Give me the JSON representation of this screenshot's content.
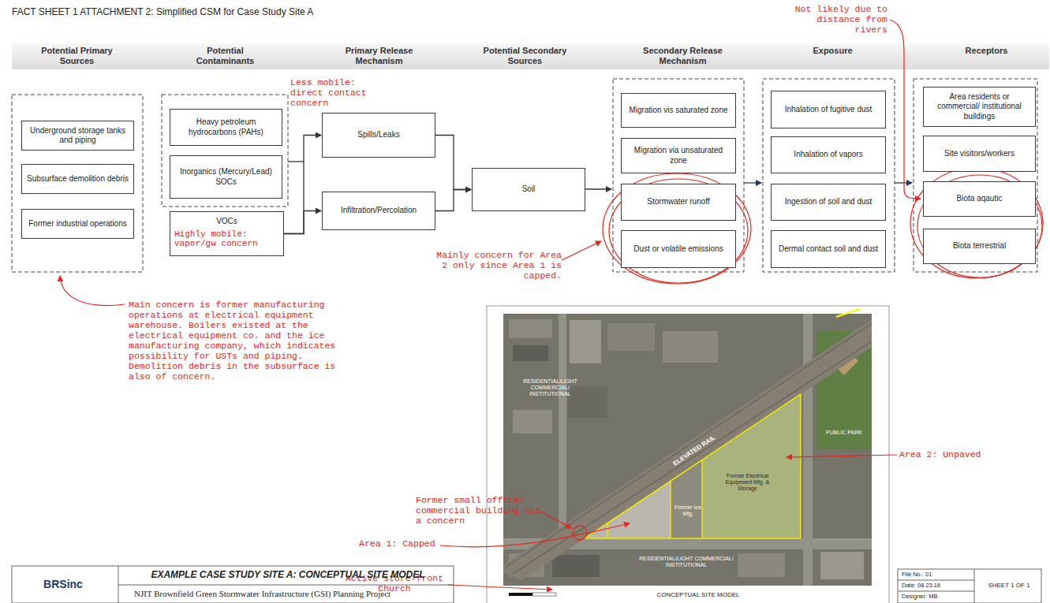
{
  "diagram": {
    "title": "FACT SHEET 1 ATTACHMENT 2: Simplified CSM for Case Study Site A",
    "nodes": [
      {
        "text": [
          "Underground storage tanks and piping"
        ]
      },
      {
        "text": [
          "Subsurface demolition debris"
        ]
      },
      {
        "text": [
          "Former industrial operations"
        ]
      },
      {
        "text": [
          "Heavy petroleum hydrocarbons (PAHs)"
        ]
      },
      {
        "text": [
          "Inorganics (Mercury/Lead) SOCs"
        ]
      },
      {
        "text": [
          "VOCs",
          "Highly mobile: vapor/gw concern"
        ]
      },
      {
        "text": [
          "Spills/Leaks"
        ]
      },
      {
        "text": [
          "Infiltration/Percolation"
        ]
      },
      {
        "text": [
          "Soil"
        ]
      },
      {
        "text": [
          "Migration vis saturated zone"
        ]
      },
      {
        "text": [
          "Migration via unsaturated zone"
        ]
      },
      {
        "text": [
          "Stormwater runoff"
        ]
      },
      {
        "text": [
          "Dust or volatile emissions"
        ]
      },
      {
        "text": [
          "Inhalation of fugitive dust"
        ]
      },
      {
        "text": [
          "Inhalation of vapors"
        ]
      },
      {
        "text": [
          "Ingestion of soil and dust"
        ]
      },
      {
        "text": [
          "Dermal contact soil and dust"
        ]
      },
      {
        "text": [
          "Area residents or commercial/ institutional buildings"
        ]
      },
      {
        "text": [
          "Site visitors/workers"
        ]
      },
      {
        "text": [
          "Biota aqautic"
        ]
      },
      {
        "text": [
          "Biota terrestrial"
        ]
      }
    ],
    "edges": [
      {
        "from": 5,
        "to": 6,
        "arrow": "to"
      },
      {
        "from": 5,
        "to": 7,
        "arrow": "to"
      },
      {
        "from": 6,
        "to": 8,
        "arrow": "to"
      },
      {
        "from": 7,
        "to": 8,
        "arrow": "to"
      }
    ],
    "labels": [
      "Potential Primary Sources",
      "Potential Contaminants",
      "Primary Release Mechanism",
      "Potential Secondary Sources",
      "Secondary Release Mechanism",
      "Exposure",
      "Receptors",
      "Less mobile: direct contact concern",
      "Not likely due to distance from rivers",
      "Mainly concern for Area 2 only since Area 1 is capped.",
      "Main concern is former manufacturing operations at electrical equipment warehouse. Boilers existed at the electrical equipment co. and the ice manufacturing company, which indicates possibility for USTs and piping. Demolition debris in the subsurface is also of concern.",
      "Area 1: Capped",
      "Area 2: Unpaved",
      "Former small office/ commercial building not a concern",
      "Active store-front Church",
      "ELEVATED RAIL",
      "RESIDENTIAL/LIGHT COMMERCIAL/ INSTITUTIONAL",
      "RESIDENTIAL/LIGHT COMMERCIAL/ INSTITUTIONAL",
      "PUBLIC PARK",
      "Former Electrical Equipment Mfg. & Storage",
      "Former Ice Mfg.",
      "CONCEPTUAL SITE MODEL",
      "EXAMPLE CASE STUDY SITE A: CONCEPTUAL SITE MODEL",
      "NJIT Brownfield Green Stormwater Infrastructure (GSI) Planning Project",
      "BRSinc",
      "File No.: 01",
      "Date: 08.23.16",
      "Designer: MB",
      "SHEET 1 OF 1"
    ]
  }
}
